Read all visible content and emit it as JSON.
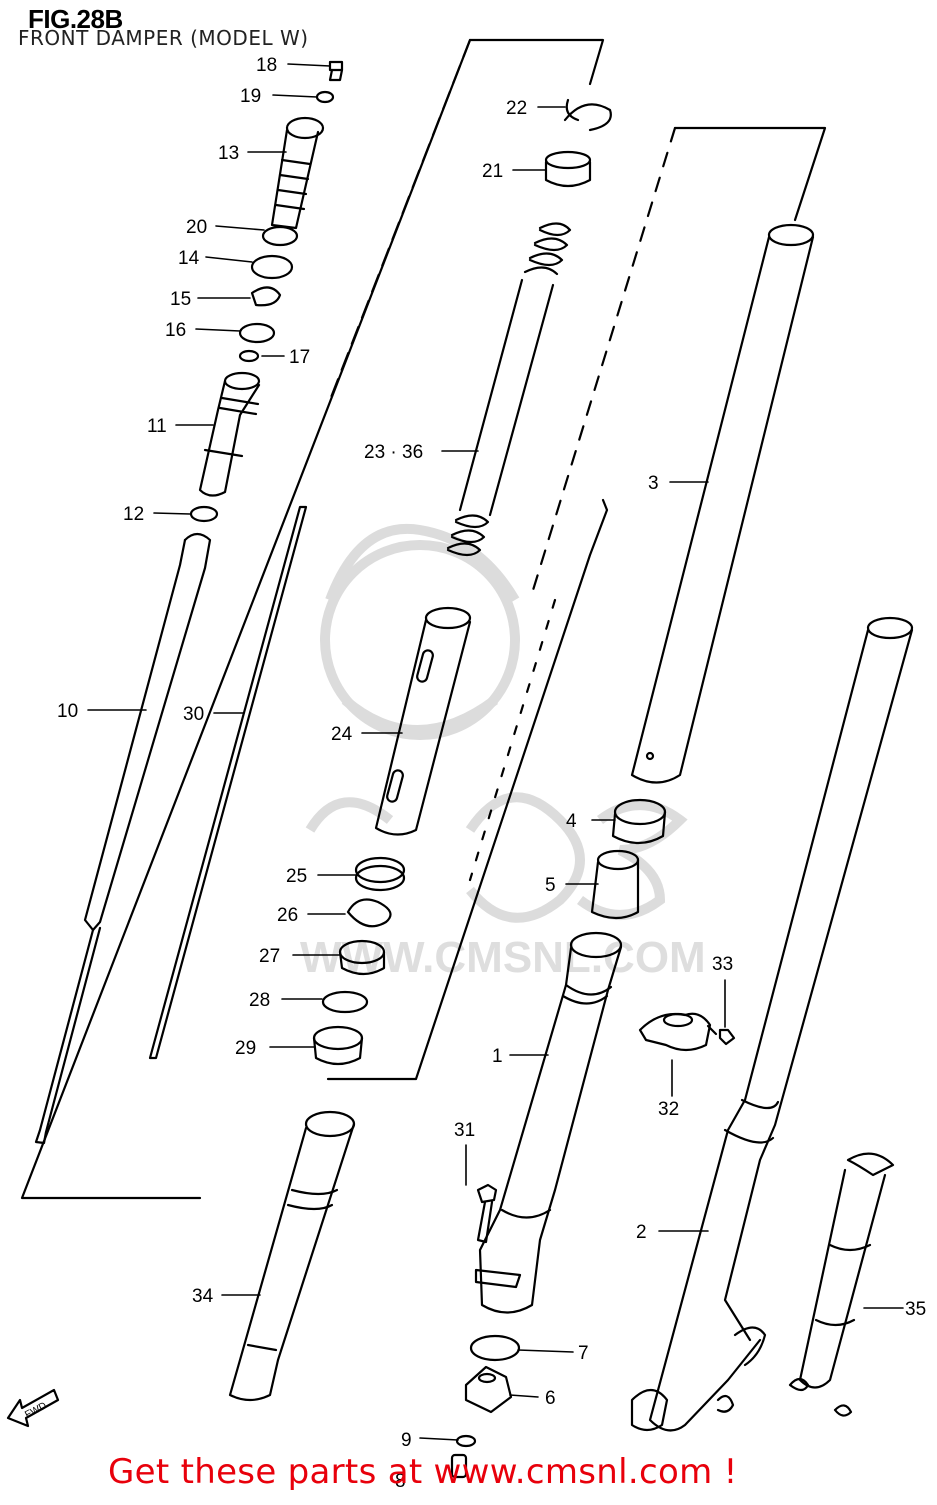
{
  "figure": {
    "id": "FIG.28B",
    "subtitle": "FRONT DAMPER (MODEL W)"
  },
  "callouts": [
    "18",
    "19",
    "13",
    "20",
    "14",
    "15",
    "16",
    "17",
    "11",
    "12",
    "10",
    "30",
    "22",
    "21",
    "23 · 36",
    "3",
    "24",
    "4",
    "5",
    "25",
    "26",
    "27",
    "28",
    "29",
    "33",
    "32",
    "1",
    "31",
    "2",
    "34",
    "35",
    "7",
    "6",
    "9",
    "8"
  ],
  "fwd_label": "FWD",
  "watermark": {
    "text": "WWW.CMSNL.COM",
    "brand": "CMS"
  },
  "footer_text": "Get these parts at www.cmsnl.com !",
  "colors": {
    "line": "#000000",
    "footer": "#e8000b",
    "watermark": "#d9d9d9"
  }
}
